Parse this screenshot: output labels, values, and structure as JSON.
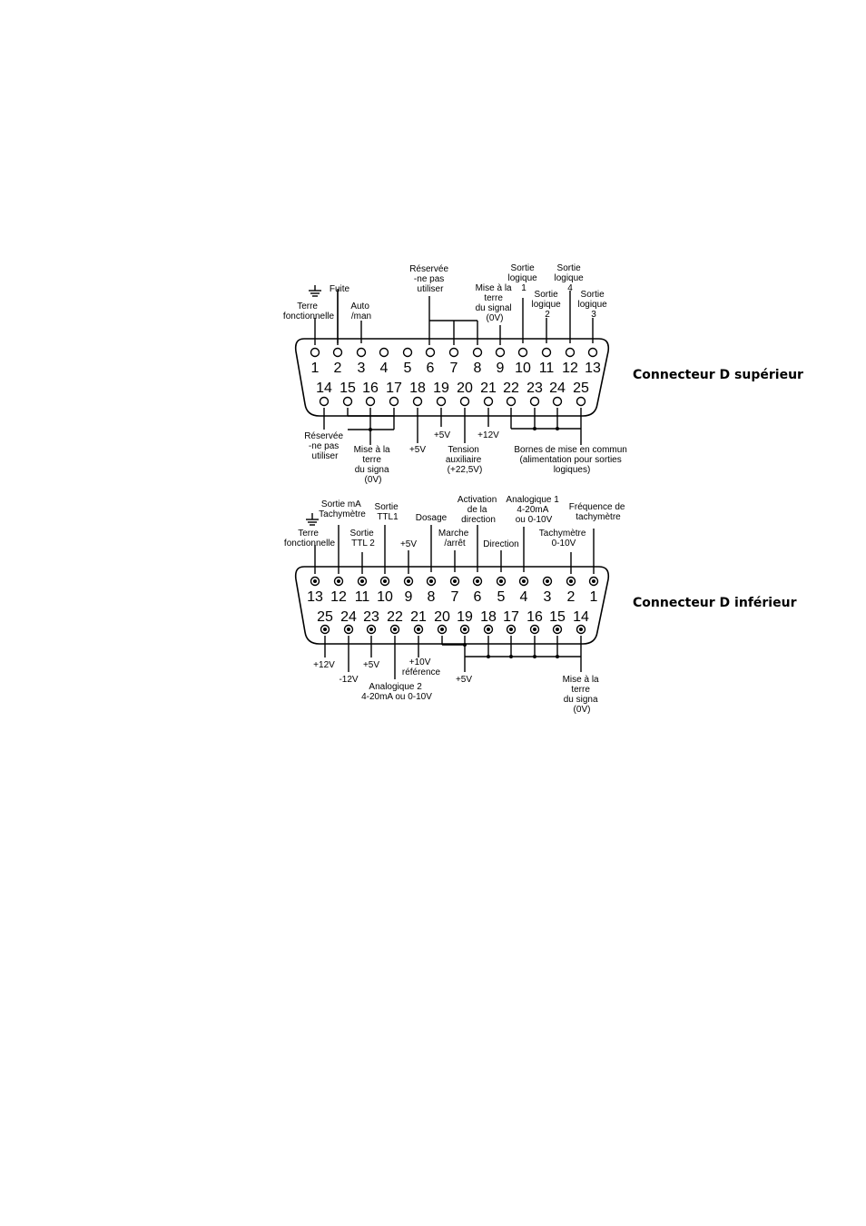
{
  "top": {
    "caption": "Connecteur D supérieur",
    "row1_numbers": [
      "1",
      "2",
      "3",
      "4",
      "5",
      "6",
      "7",
      "8",
      "9",
      "10",
      "11",
      "12",
      "13"
    ],
    "row2_numbers": [
      "14",
      "15",
      "16",
      "17",
      "18",
      "19",
      "20",
      "21",
      "22",
      "23",
      "24",
      "25"
    ],
    "labels": {
      "terre": [
        "Terre",
        "fonctionnelle"
      ],
      "fuite": "Fuite",
      "auto": [
        "Auto",
        "/man"
      ],
      "reservee_top": [
        "Réservée",
        "-ne pas",
        "utiliser"
      ],
      "mise_terre_signal": [
        "Mise à la",
        "terre",
        "du signal",
        "(0V)"
      ],
      "sortie1": [
        "Sortie",
        "logique",
        "1"
      ],
      "sortie2": [
        "Sortie",
        "logique",
        "2"
      ],
      "sortie4": [
        "Sortie",
        "logique",
        "4"
      ],
      "sortie3": [
        "Sortie",
        "logique",
        "3"
      ],
      "reservee_bottom": [
        "Réservée",
        "-ne pas",
        "utiliser"
      ],
      "mise_terre_signa": [
        "Mise à la",
        "terre",
        "du signa",
        "(0V)"
      ],
      "plus5v_18": "+5V",
      "plus5v_19": "+5V",
      "tension": [
        "Tension",
        "auxiliaire",
        "(+22,5V)"
      ],
      "plus12v": "+12V",
      "bornes": [
        "Bornes de mise en commun",
        "(alimentation pour sorties",
        "logiques)"
      ]
    }
  },
  "bottom": {
    "caption": "Connecteur D inférieur",
    "row1_numbers": [
      "13",
      "12",
      "11",
      "10",
      "9",
      "8",
      "7",
      "6",
      "5",
      "4",
      "3",
      "2",
      "1"
    ],
    "row2_numbers": [
      "25",
      "24",
      "23",
      "22",
      "21",
      "20",
      "19",
      "18",
      "17",
      "16",
      "15",
      "14"
    ],
    "labels": {
      "terre": [
        "Terre",
        "fonctionnelle"
      ],
      "sortie_ma": [
        "Sortie mA",
        "Tachymètre"
      ],
      "sortie_ttl2": [
        "Sortie",
        "TTL 2"
      ],
      "sortie_ttl1": [
        "Sortie",
        "TTL1"
      ],
      "plus5v_9": "+5V",
      "dosage": "Dosage",
      "marche": [
        "Marche",
        "/arrêt"
      ],
      "activation": [
        "Activation",
        "de la",
        "direction"
      ],
      "direction": "Direction",
      "analogique1": [
        "Analogique 1",
        "4-20mA",
        "ou 0-10V"
      ],
      "tachymetre": [
        "Tachymètre",
        "0-10V"
      ],
      "frequence": [
        "Fréquence de",
        "tachymètre"
      ],
      "plus12v": "+12V",
      "minus12v": "-12V",
      "plus5v_23": "+5V",
      "analogique2": [
        "Analogique 2",
        "4-20mA ou 0-10V"
      ],
      "plus10v": [
        "+10V",
        "référence"
      ],
      "plus5v_19": "+5V",
      "mise_terre": [
        "Mise à la",
        "terre",
        "du signa",
        "(0V)"
      ]
    }
  }
}
